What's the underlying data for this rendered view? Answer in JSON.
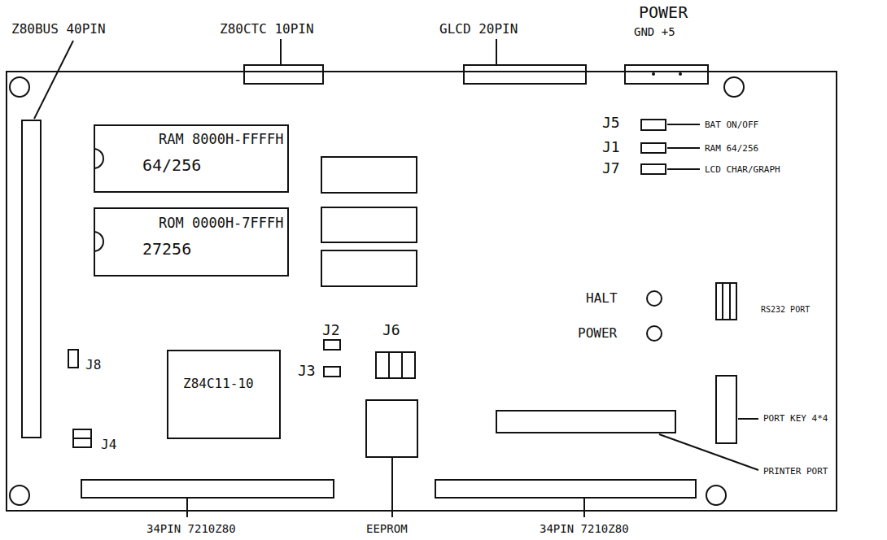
{
  "diagram": {
    "nodes": [
      {
        "text": [
          "RAM 8000H-FFFFH",
          "64/256"
        ]
      },
      {
        "text": [
          "ROM 0000H-7FFFH",
          "27256"
        ]
      },
      {
        "text": [
          "Z84C11-10"
        ]
      }
    ],
    "labels": [
      "Z80BUS 40PIN",
      "Z80CTC 10PIN",
      "GLCD 20PIN",
      "POWER",
      "GND +5",
      "J5",
      "J1",
      "J7",
      "BAT ON/OFF",
      "RAM 64/256",
      "LCD CHAR/GRAPH",
      "HALT",
      "POWER",
      "RS232 PORT",
      "J2",
      "J6",
      "J3",
      "J8",
      "J4",
      "PORT KEY 4*4",
      "PRINTER PORT",
      "34PIN 7210Z80",
      "EEPROM",
      "34PIN 7210Z80"
    ]
  }
}
